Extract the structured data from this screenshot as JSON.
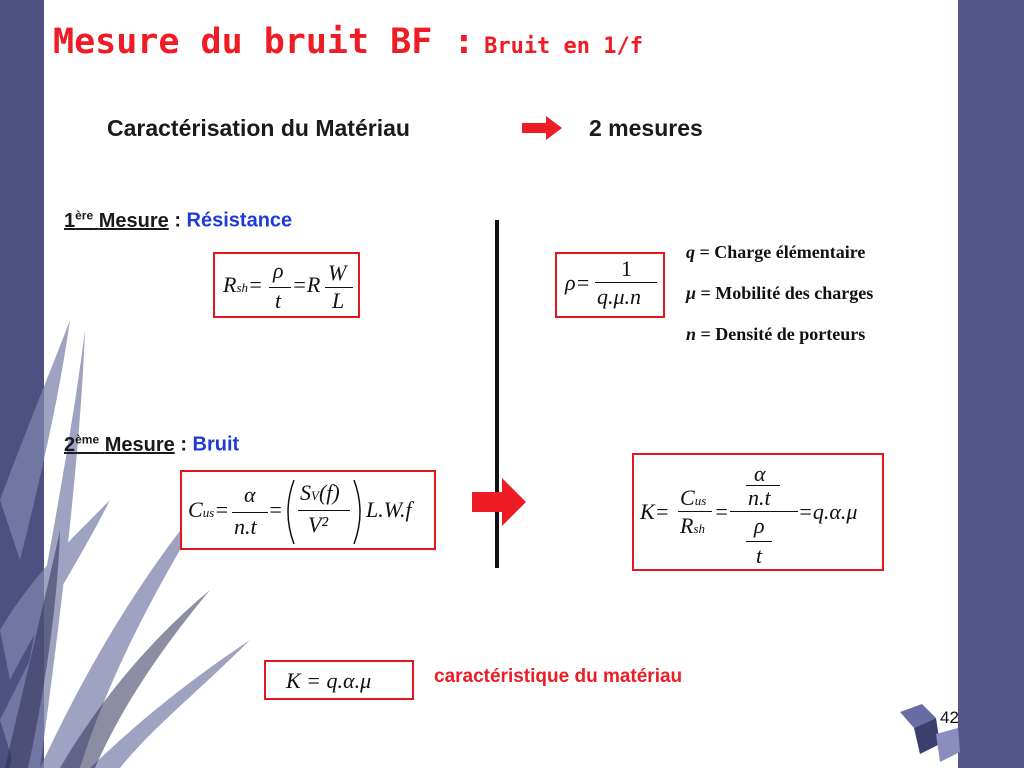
{
  "title": {
    "main": "Mesure du bruit BF :",
    "sub": "Bruit en 1/f"
  },
  "subtitle": {
    "left": "Caractérisation du Matériau",
    "right": "2 mesures"
  },
  "measure1": {
    "number": "1",
    "suffix": "ère",
    "word": "Mesure",
    "colon": ":",
    "type": "Résistance"
  },
  "measure2": {
    "number": "2",
    "suffix": "ème",
    "word": "Mesure",
    "colon": ":",
    "type": "Bruit"
  },
  "definitions": [
    {
      "symbol": "q",
      "text": " = Charge élémentaire"
    },
    {
      "symbol": "μ",
      "text": " = Mobilité des charges"
    },
    {
      "symbol": "n",
      "text": " = Densité de porteurs"
    }
  ],
  "footer_note": "caractéristique du matériau",
  "page_number": "42",
  "colors": {
    "accent_red": "#ee1c25",
    "blue": "#1f3bd6",
    "band": "#55578a"
  }
}
